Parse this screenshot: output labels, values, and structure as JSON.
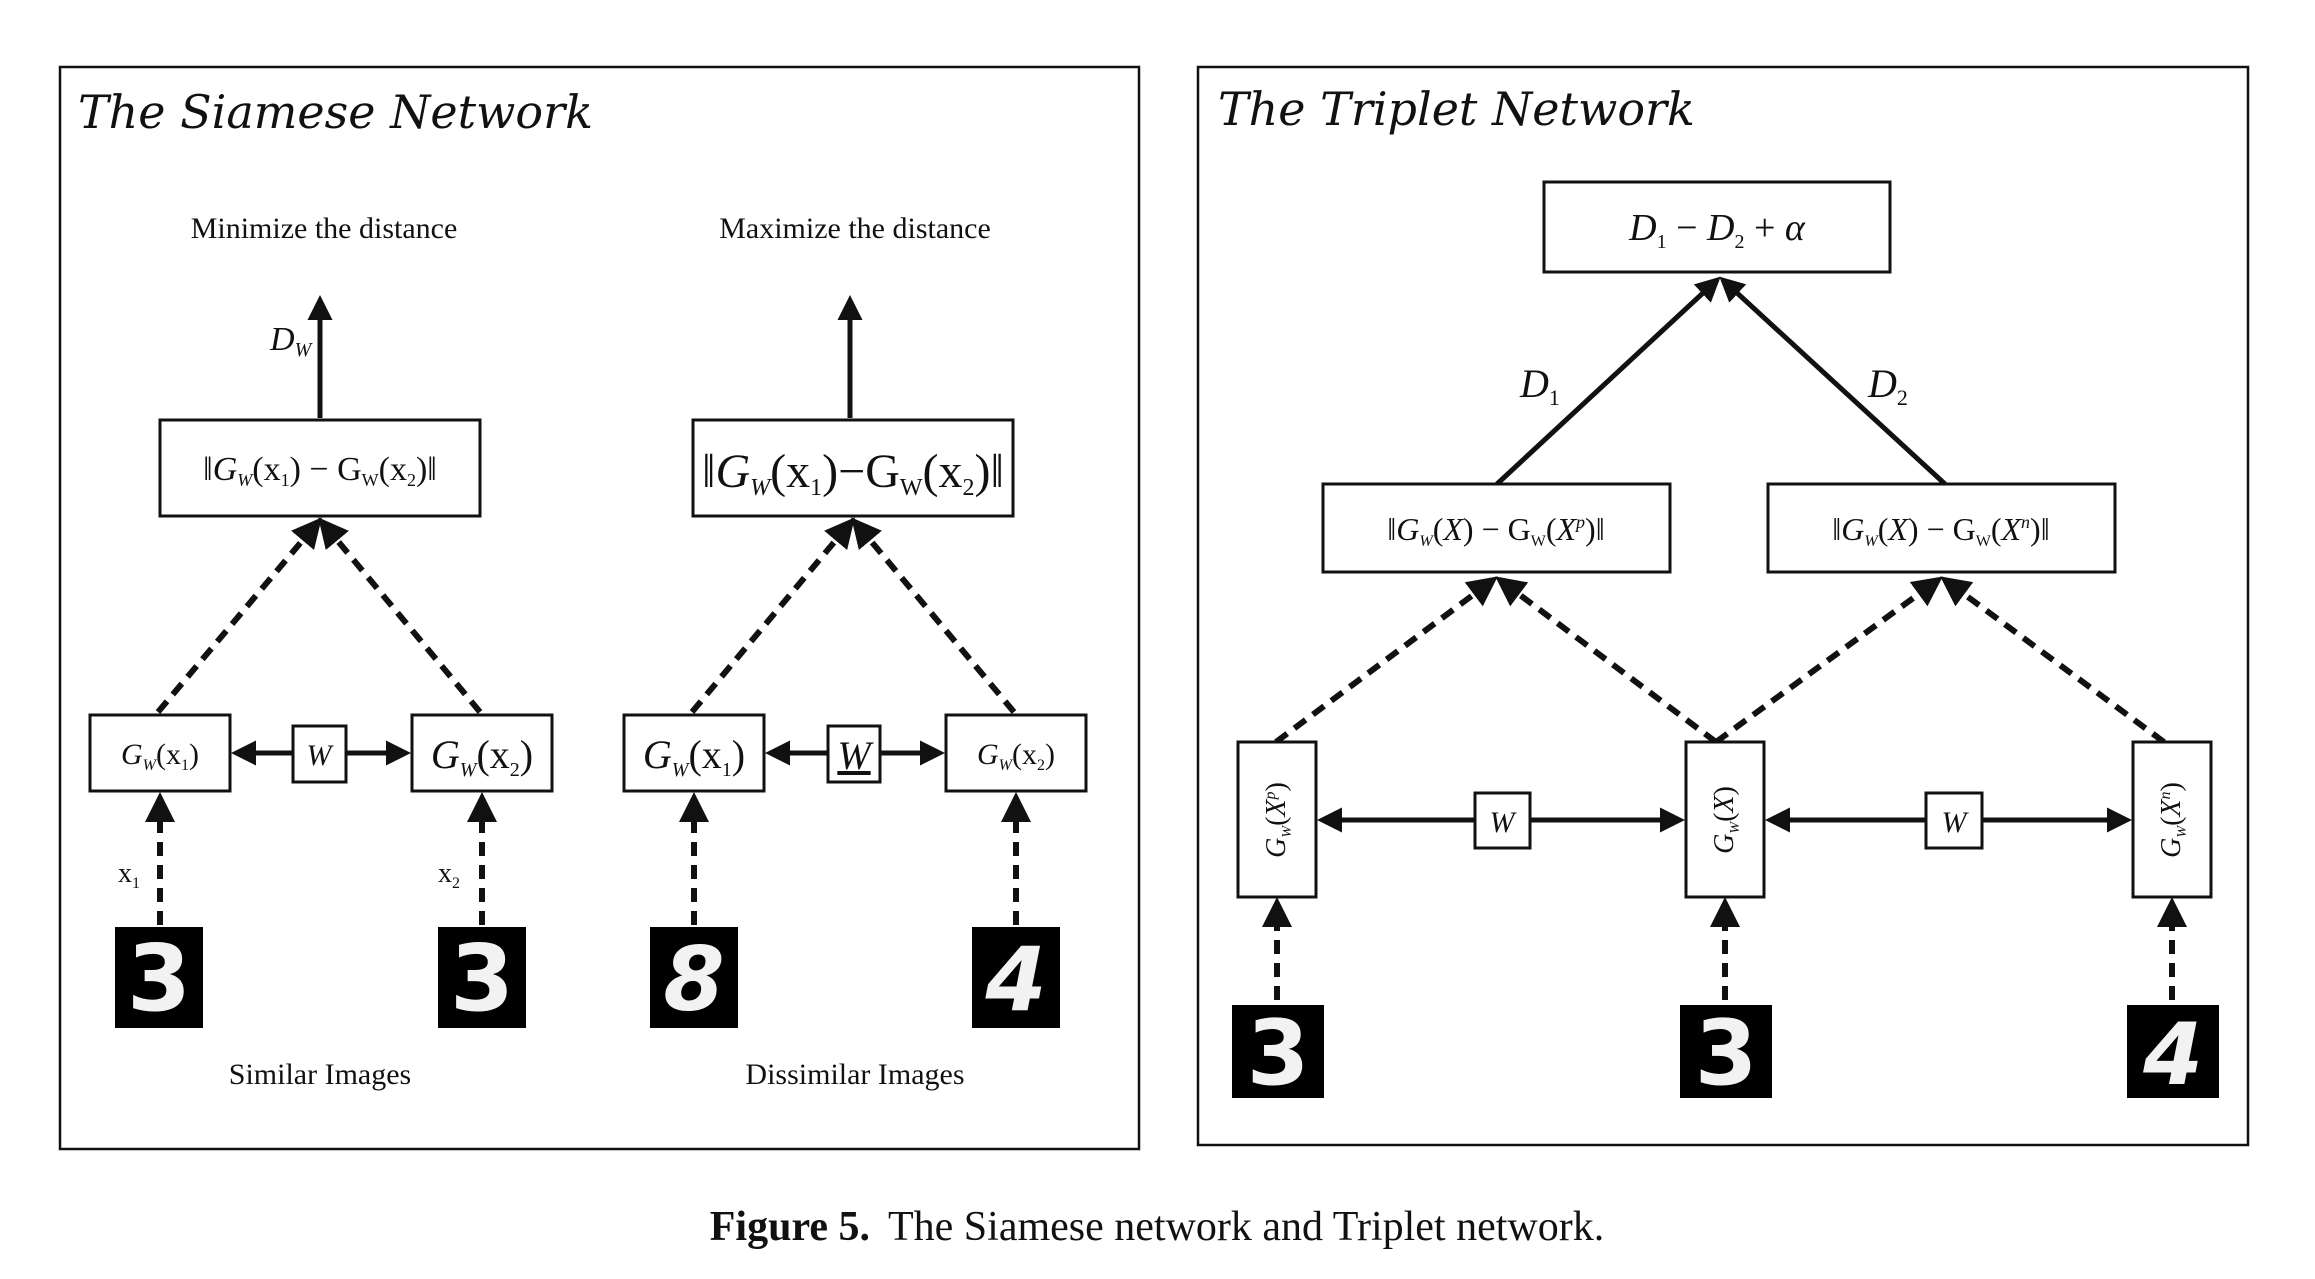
{
  "siamese": {
    "title": "The Siamese Network",
    "minimize_label": "Minimize the distance",
    "maximize_label": "Maximize the distance",
    "dw_label": "D",
    "dw_sub": "W",
    "distance_expr": "G",
    "left_gx1": "G",
    "right_gx2": "G",
    "w_label": "W",
    "x1_label": "x",
    "x2_label": "x",
    "similar_label": "Similar Images",
    "dissimilar_label": "Dissimilar Images",
    "digits": [
      "3",
      "3",
      "8",
      "4"
    ]
  },
  "triplet": {
    "title": "The Triplet Network",
    "loss": "D",
    "d1": "D",
    "d2": "D",
    "w_label": "W",
    "digits": [
      "3",
      "3",
      "4"
    ]
  },
  "caption": {
    "label": "Figure 5.",
    "text": "The Siamese network and Triplet network."
  }
}
